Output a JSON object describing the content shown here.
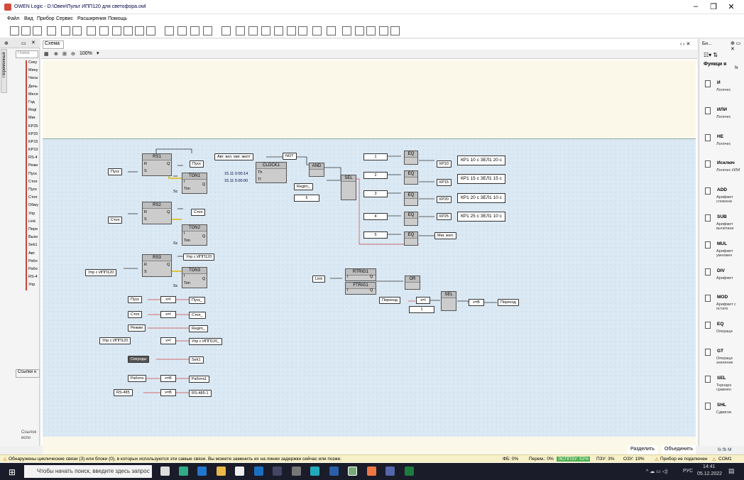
{
  "app": {
    "title": "OWEN Logic - D:\\Овен\\Пульт ИПП120 для светофора.owl"
  },
  "menu": [
    "Файл",
    "Вид",
    "Прибор",
    "Сервис",
    "Расширения",
    "Помощь"
  ],
  "left_panel": {
    "title": "Переменные",
    "search_placeholder": "Поиск",
    "links_label": "Ссылки н",
    "links_text": "Ссылок\nиспо",
    "vars": [
      "Секу",
      "Мину",
      "Часы",
      "День",
      "Меся",
      "Год",
      "Regi",
      "Миг.",
      "KP25",
      "KP20",
      "KP15",
      "KP10",
      "RS-4",
      "Режи",
      "Пуск",
      "Стоп",
      "Пуск",
      "Стоп",
      "Обму",
      "Упр",
      "Link",
      "Пере",
      "Выхо",
      "Sek1",
      "Авт.",
      "Рабо",
      "Рабо",
      "RS-4",
      "Упр"
    ]
  },
  "workspace": {
    "tab": "Схема",
    "zoom": "100%"
  },
  "diagram": {
    "blocks": [
      {
        "title": "RS1"
      },
      {
        "title": "TON1"
      },
      {
        "title": "RS2"
      },
      {
        "title": "TON2"
      },
      {
        "title": "RS3"
      },
      {
        "title": "TON3"
      },
      {
        "title": "CLOCK1"
      },
      {
        "title": "AND"
      },
      {
        "title": "SEL"
      },
      {
        "title": "EQ"
      },
      {
        "title": "EQ"
      },
      {
        "title": "EQ"
      },
      {
        "title": "EQ"
      },
      {
        "title": "EQ"
      },
      {
        "title": "RTRIG1"
      },
      {
        "title": "FTRIG1"
      },
      {
        "title": "OR"
      },
      {
        "title": "SEL"
      }
    ],
    "pins": {
      "r": "R",
      "s": "S",
      "q": "Q",
      "i": "I",
      "ton": "Ton",
      "th": "Th",
      "tl": "Tl",
      "sc": "Sc"
    },
    "labels": {
      "pusk": "Пуск",
      "pusk_out": "Пуск",
      "stop": "Стоп",
      "stop_out": "Стоп",
      "upr": "Упр с ИПП120",
      "upr_out": "Упр с ИПП120",
      "avt": "Авт. вкл. миг. желт",
      "not": "NOT",
      "regim": "Regim_",
      "five": "5",
      "kp10": "КР10",
      "kp15": "КР15",
      "kp20": "КР20",
      "kp25": "КР25",
      "mig": "Миг. жел.",
      "link": "Link",
      "perehod": "Переход",
      "perehod_out": "Переход",
      "one": "1",
      "clock_th": "15.11 0:00:14",
      "clock_tl": "15.11 5:00:00"
    },
    "eq_consts": [
      "1",
      "2",
      "3",
      "4",
      "5"
    ],
    "comments": [
      "КР1 10 с  ЗЕЛ1  20 с",
      "КР1 15 с  ЗЕЛ1  15 с",
      "КР1 20 с  ЗЕЛ1  10 с",
      "КР1 25 с  ЗЕЛ1  10 с"
    ],
    "copies": [
      {
        "in": "Пуск",
        "op": "x=I",
        "out": "Пуск_"
      },
      {
        "in": "Стоп",
        "op": "x=I",
        "out": "Стоп_"
      },
      {
        "in": "Режим",
        "op": "",
        "out": "Regim_"
      },
      {
        "in": "Упр с ИПП120",
        "op": "x=I",
        "out": "Упр с ИПП120_"
      },
      {
        "in": "Секунды",
        "op": "",
        "out": "Sek1"
      },
      {
        "in": "Работа",
        "op": "x=B",
        "out": "Работа1"
      },
      {
        "in": "RS-485",
        "op": "x=B",
        "out": "RS-485-1"
      }
    ],
    "x_eq_b": "x=B",
    "x_eq_i": "x=I"
  },
  "bottom": {
    "split": "Разделить",
    "merge": "Объединить"
  },
  "right_panel": {
    "title": "Би...",
    "heading": "Функци я",
    "items": [
      {
        "name": "И",
        "desc": "Логичес"
      },
      {
        "name": "ИЛИ",
        "desc": "Логичес"
      },
      {
        "name": "НЕ",
        "desc": "Логичес"
      },
      {
        "name": "Исключ",
        "desc": "Логичес ИЛИ"
      },
      {
        "name": "ADD",
        "desc": "Арифмет сложени"
      },
      {
        "name": "SUB",
        "desc": "Арифмет вычитани"
      },
      {
        "name": "MUL",
        "desc": "Арифмет умножен"
      },
      {
        "name": "DIV",
        "desc": "Арифмет"
      },
      {
        "name": "MOD",
        "desc": "Арифмет с остатк"
      },
      {
        "name": "EQ",
        "desc": "Операци"
      },
      {
        "name": "GT",
        "desc": "Операци значение"
      },
      {
        "name": "SEL",
        "desc": "Тернарн сравнен"
      },
      {
        "name": "SHL",
        "desc": "Сдвигов"
      }
    ],
    "tabs": "fx  fb  M"
  },
  "status": {
    "warning": "Обнаружены циклические связи (3) или блоки (0), в которых используются эти самые связи. Вы можете заменить их на линии задержки сейчас или позже.",
    "fb": "ФБ: 0%",
    "perem": "Перем.: 0%",
    "eeprom": "ЭСППЗУ: 52%",
    "pzu": "ПЗУ: 3%",
    "ozu": "ОЗУ: 19%",
    "device": "Прибор не подключен",
    "port": "COM1"
  },
  "taskbar": {
    "search": "Чтобы начать поиск, введите здесь запрос",
    "lang": "РУС",
    "time": "14:41",
    "date": "05.12.2022"
  }
}
